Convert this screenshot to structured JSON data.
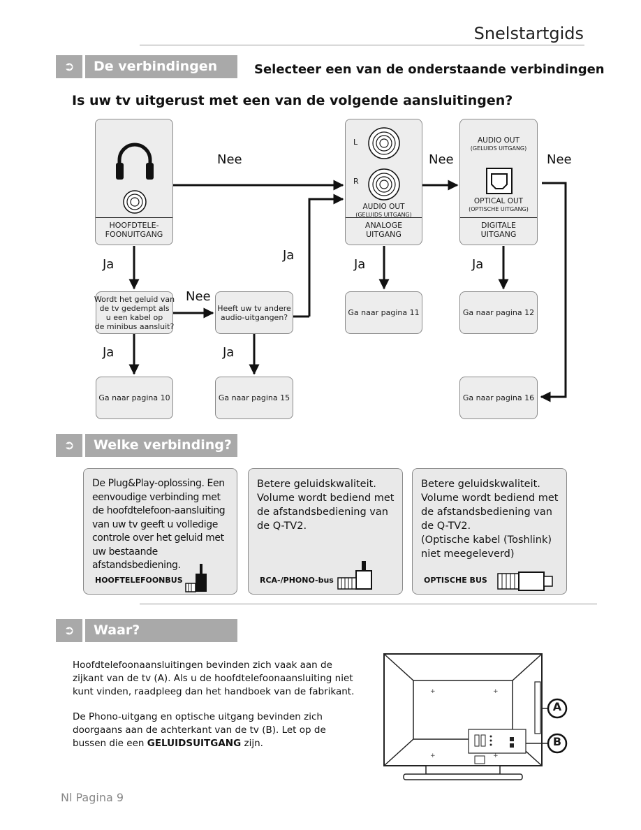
{
  "header": {
    "title": "Snelstartgids"
  },
  "section1": {
    "label": "De verbindingen",
    "icon": "arrow-icon",
    "subtitle": "Selecteer een van de onderstaande verbindingen",
    "question": "Is uw tv uitgerust met een van de volgende aansluitingen?"
  },
  "flow": {
    "hp_caption": "HOOFDTELE-\nFOONUITGANG",
    "analog": {
      "l": "L",
      "r": "R",
      "audio_out": "AUDIO OUT",
      "audio_out_sub": "(GELUIDS UITGANG)",
      "caption": "ANALOGE\nUITGANG"
    },
    "digital": {
      "audio_out": "AUDIO OUT",
      "audio_out_sub": "(GELUIDS UITGANG)",
      "optical": "OPTICAL OUT",
      "optical_sub": "(OPTISCHE UITGANG)",
      "caption": "DIGITALE\nUITGANG"
    },
    "nee": "Nee",
    "ja": "Ja",
    "q_mute": "Wordt het geluid van\nde tv gedempt als\nu een kabel op\nde minibus aansluit?",
    "q_other": "Heeft uw tv andere\naudio-uitgangen?",
    "p11": "Ga naar pagina 11",
    "p12": "Ga naar pagina 12",
    "p10": "Ga naar pagina 10",
    "p15": "Ga naar pagina 15",
    "p16": "Ga naar pagina 16"
  },
  "section2": {
    "label": "Welke verbinding?",
    "cards": [
      {
        "text": "De Plug&Play-oplossing. Een eenvoudige verbinding met de hoofdtelefoon-aansluiting van uw tv geeft u volledige controle over het geluid met uw bestaande afstandsbediening.",
        "tag": "HOOFTELEFOONBUS"
      },
      {
        "text": "Betere geluidskwaliteit.\nVolume wordt bediend met de afstandsbediening van de Q-TV2.",
        "tag": "RCA-/PHONO-bus"
      },
      {
        "text": "Betere geluidskwaliteit.\nVolume wordt bediend met de afstandsbediening van de Q-TV2.\n(Optische kabel (Toshlink) niet meegeleverd)",
        "tag": "OPTISCHE BUS"
      }
    ]
  },
  "section3": {
    "label": "Waar?",
    "para1": "Hoofdtelefoonaansluitingen bevinden zich vaak aan de zijkant van de tv (A). Als u de hoofdtelefoonaansluiting niet kunt vinden, raadpleeg dan het handboek van de fabrikant.",
    "para2_pre": "De Phono-uitgang en optische uitgang bevinden zich doorgaans aan de achterkant van de tv (B). Let op de bussen die een ",
    "para2_bold": "GELUIDSUITGANG",
    "para2_post": " zijn.",
    "marker_a": "A",
    "marker_b": "B"
  },
  "footer": {
    "page": "Nl Pagina 9"
  }
}
